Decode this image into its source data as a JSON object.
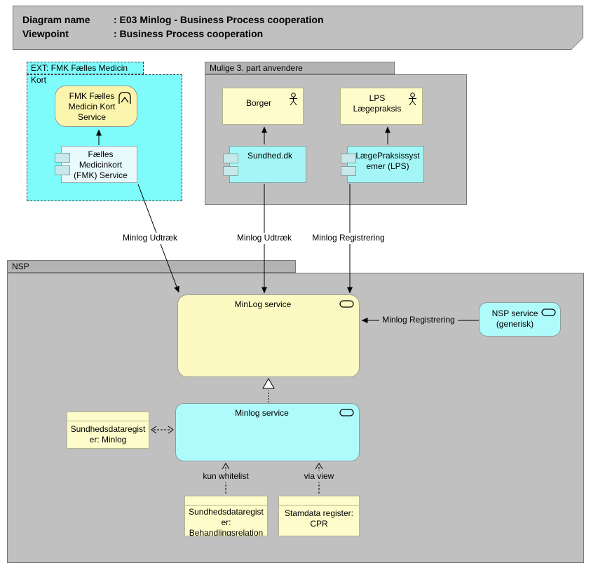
{
  "title": {
    "rows": [
      {
        "label": "Diagram name",
        "value": ": E03 Minlog - Business Process cooperation"
      },
      {
        "label": "Viewpoint",
        "value": ": Business Process cooperation"
      }
    ]
  },
  "groups": {
    "ext": "EXT: FMK Fælles Medicin Kort",
    "mulige": "Mulige 3. part anvendere",
    "nsp": "NSP"
  },
  "nodes": {
    "fmk_service": "FMK Fælles Medicin Kort Service",
    "fmk_component": "Fælles Medicinkort (FMK) Service",
    "borger": "Borger",
    "lps_praksis": "LPS\nLægepraksis",
    "sundhed_dk": "Sundhed.dk",
    "lps_system": "LægePraksissystemer (LPS)",
    "minlog_service": "MinLog service",
    "nsp_service_generisk": "NSP service (generisk)",
    "minlog_service_impl": "Minlog service",
    "register_minlog": "Sundhedsdataregister: Minlog",
    "register_behandlingsrelation": "Sundhedsdataregister: Behandlingsrelation",
    "register_cpr": "Stamdata register: CPR"
  },
  "connector_labels": {
    "fmk_udtraek": "Minlog Udtræk",
    "sundhed_udtraek": "Minlog Udtræk",
    "lps_registrering": "Minlog Registrering",
    "nsp_registrering": "Minlog Registrering",
    "kun_whitelist": "kun whitelist",
    "via_view": "via view"
  },
  "icons": {
    "actor": "actor-stick-figure",
    "service": "service-oval",
    "business_service": "arch-chevron",
    "component": "component-tabs"
  },
  "colors": {
    "group_gray": "#c0c0c0",
    "group_tab_gray": "#b3b3b3",
    "cyan_group": "#7efcfc",
    "cyan_component": "#a4f6f6",
    "cyan_service": "#affbfb",
    "yellow_box": "#fdfcca",
    "yellow_service": "#fbf4ad",
    "yellow_border": "#b5b58b",
    "line": "#000000"
  }
}
